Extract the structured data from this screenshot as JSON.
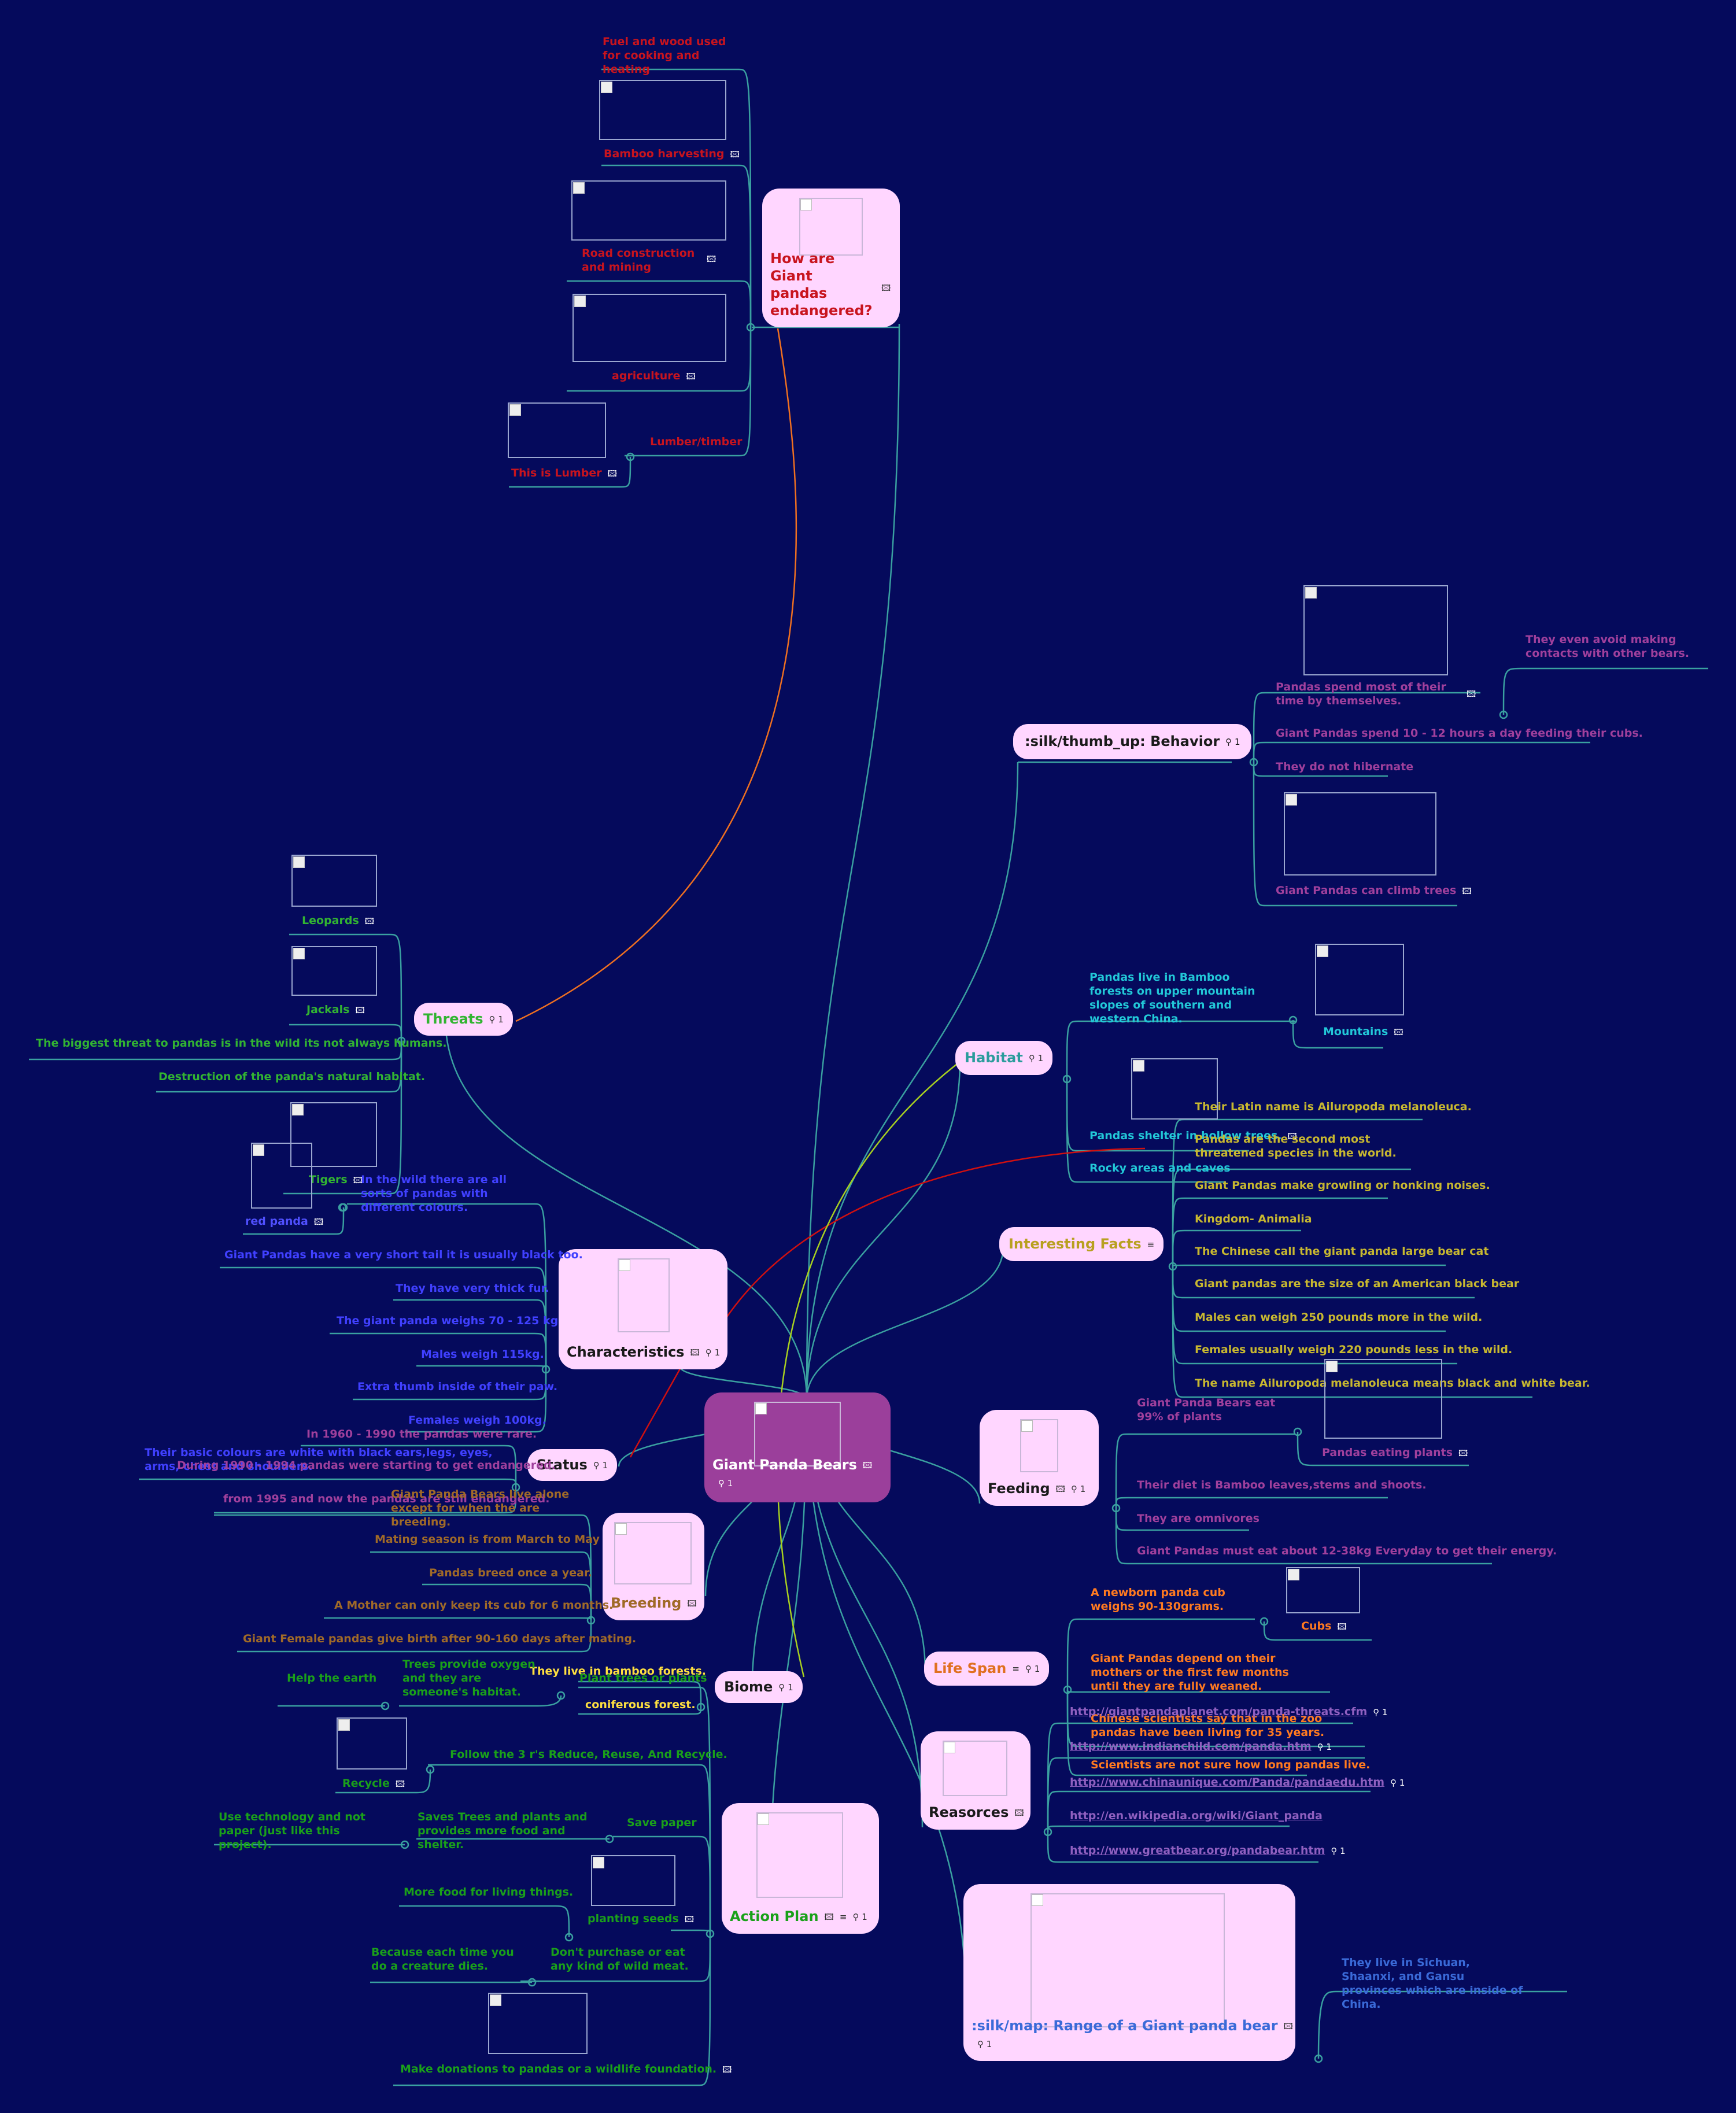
{
  "root": {
    "label": "Giant Panda Bears",
    "color": "#9b3f9b",
    "link_count": "1"
  },
  "branches": {
    "endangered": {
      "label": "How are Giant pandas endangered?",
      "color": "#c8141e",
      "items": [
        "Fuel and wood used for cooking and heating",
        "Bamboo harvesting",
        "Road construction and mining",
        "agriculture",
        "Lumber/timber",
        "This is Lumber"
      ]
    },
    "behavior": {
      "label": ":silk/thumb_up: Behavior",
      "color": "#a0409c",
      "link_count": "1",
      "items": [
        "Pandas spend most of their time by themselves.",
        "They even avoid making contacts with other bears.",
        "Giant Pandas spend 10 - 12 hours a day feeding their cubs.",
        "They do not hibernate",
        "Giant Pandas can climb trees"
      ]
    },
    "threats": {
      "label": "Threats",
      "color": "#32b432",
      "link_count": "1",
      "items": [
        "Leopards",
        "Jackals",
        "The biggest threat to pandas is in the wild its not always humans.",
        "Destruction of the panda's natural habitat.",
        "Tigers",
        "red panda"
      ]
    },
    "habitat": {
      "label": "Habitat",
      "color": "#2a9c9c",
      "link_count": "1",
      "items": [
        "Pandas live in Bamboo forests on upper mountain slopes of southern and western China.",
        "Mountains",
        "Pandas shelter in hollow trees.",
        "Rocky areas and caves"
      ]
    },
    "facts": {
      "label": "Interesting Facts",
      "color": "#b8a020",
      "items": [
        "Their Latin name is Ailuropoda melanoleuca.",
        "Pandas are the second most threatened species in the world.",
        "Giant Pandas make growling or honking noises.",
        "Kingdom- Animalia",
        "The Chinese call the giant panda large bear cat",
        "Giant pandas are the size of an American black bear",
        "Males can weigh 250 pounds more in the wild.",
        "Females usually weigh 220 pounds less in the wild.",
        "The name Ailuropoda melanoleuca means black and white bear."
      ]
    },
    "characteristics": {
      "label": "Characteristics",
      "color": "#1a1a1a",
      "link_count": "1",
      "items": [
        "In the wild there are all sorts of pandas with different colours.",
        "Giant Pandas have a very short tail it is usually black too.",
        "They have very thick fur.",
        "The giant panda  weighs 70 - 125 kg",
        "Males weigh 115kg.",
        "Extra thumb inside of their paw.",
        "Females weigh 100kg.",
        "Their basic colours are white with black ears,legs, eyes, arms, chest and shoulders."
      ]
    },
    "status": {
      "label": "Status",
      "color": "#1a1a1a",
      "link_count": "1",
      "items": [
        "In 1960 - 1990 the pandas were rare.",
        "During 1990 - 1994 pandas were starting to get endangered.",
        "from 1995 and now the pandas are still endangered."
      ]
    },
    "feeding": {
      "label": "Feeding",
      "color": "#1a1a1a",
      "link_count": "1",
      "items": [
        "Giant Panda Bears eat 99% of plants",
        "Pandas eating plants",
        "Their diet is Bamboo leaves,stems and shoots.",
        "They are omnivores",
        "Giant Pandas must eat about 12-38kg Everyday to get their energy."
      ]
    },
    "breeding": {
      "label": "Breeding",
      "color": "#a06a28",
      "items": [
        "Giant Panda Bears live alone except for when the are breeding.",
        "Mating  season is from March to May",
        "Pandas breed once a year.",
        "A Mother can only keep its cub for 6 months.",
        "Giant Female pandas give birth after 90-160 days after mating."
      ]
    },
    "lifespan": {
      "label": "Life Span",
      "color": "#e07020",
      "link_count": "1",
      "items": [
        "A newborn panda cub weighs 90-130grams.",
        "Cubs",
        "Giant Pandas depend on their mothers or the first few months until they are fully weaned.",
        "Chinese scientists say that in the zoo pandas have been living for 35 years.",
        "Scientists are not sure how long pandas live."
      ]
    },
    "biome": {
      "label": "Biome",
      "color": "#1a1a1a",
      "link_count": "1",
      "items": [
        "They live in bamboo forests.",
        "coniferous forest."
      ]
    },
    "resources": {
      "label": "Reasorces",
      "color": "#1a1a1a",
      "links": [
        "http://giantpandaplanet.com/panda-threats.cfm",
        "http://www.indianchild.com/panda.htm",
        "http://www.chinaunique.com/Panda/pandaedu.htm",
        "http://en.wikipedia.org/wiki/Giant_panda",
        "http://www.greatbear.org/pandabear.htm"
      ]
    },
    "action": {
      "label": "Action Plan",
      "color": "#1aa01a",
      "link_count": "1",
      "items": [
        "Plant trees or plants",
        "Trees provide oxygen and they are someone's habitat.",
        "Help the earth",
        "Follow the 3 r's Reduce, Reuse, And Recycle.",
        "Recycle",
        "Save paper",
        "Saves Trees and plants and provides more food and shelter.",
        "Use technology and not paper (just like this project).",
        "planting seeds",
        "More food for living things.",
        "Don't purchase or eat any kind of wild meat.",
        "Because each time you do a creature dies.",
        "Make donations to pandas or a wildlife foundation."
      ]
    },
    "range": {
      "label": ":silk/map: Range of a Giant panda bear",
      "color": "#3a6ad8",
      "link_count": "1",
      "items": [
        "They live in Sichuan, Shaanxi, and Gansu provinces which are inside of China."
      ]
    }
  },
  "colors": {
    "background": "#050a5c",
    "connector": "#3aa0a0",
    "node_fill": "#ffd6ff"
  }
}
